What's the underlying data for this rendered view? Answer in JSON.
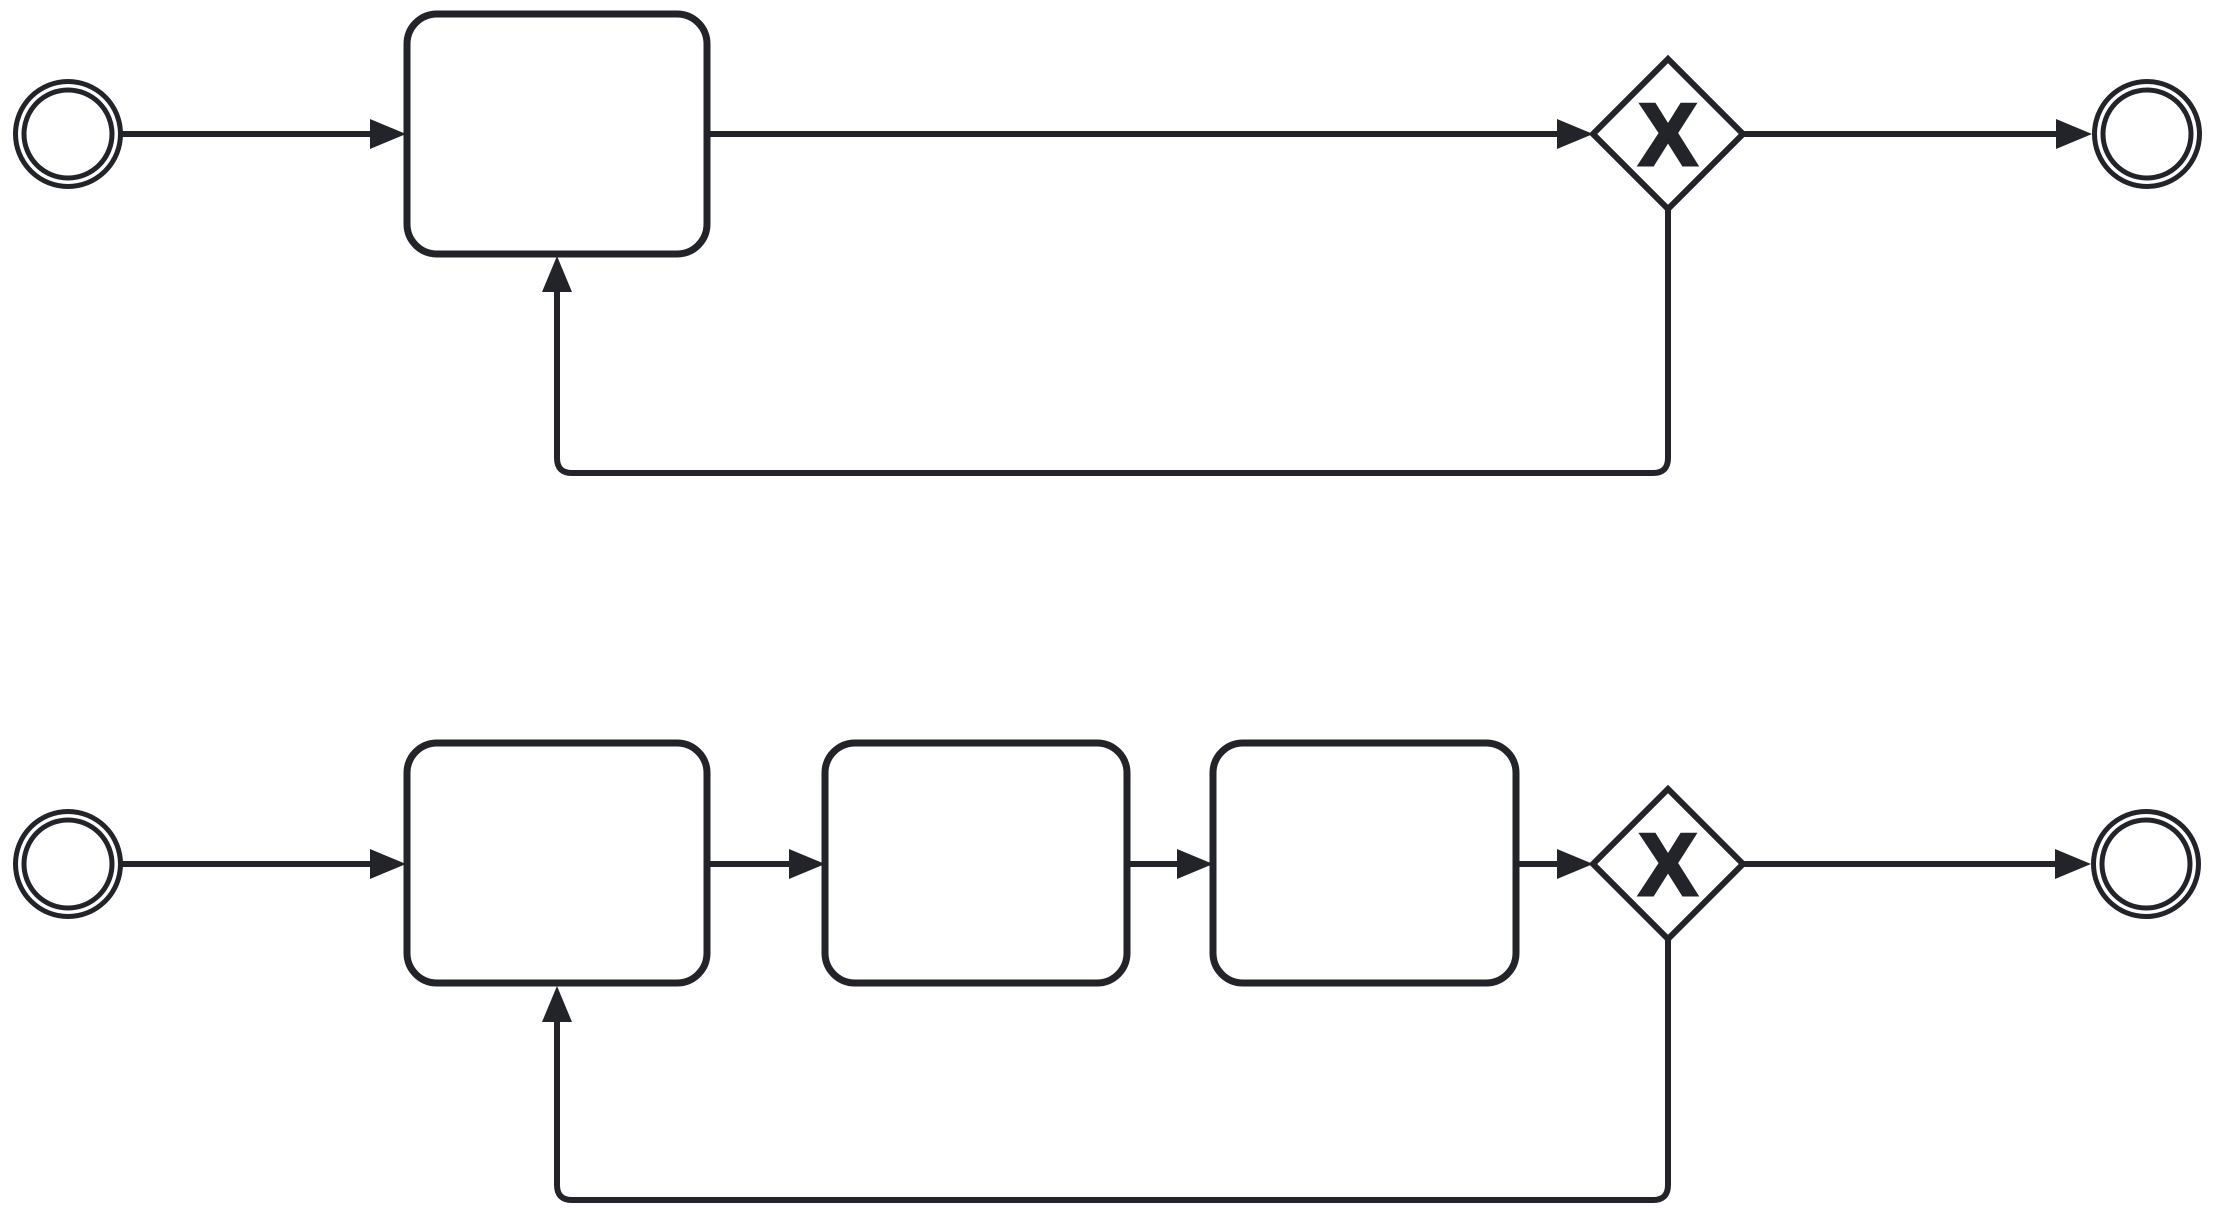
{
  "diagram": {
    "kind": "BPMN process diagram",
    "background_color": "#ffffff",
    "stroke_color": "#22242a",
    "shape_fill_color": "#ffffff",
    "gateway_marker": "X",
    "processes": [
      {
        "id": "process-top",
        "description": "Loop with a single task: start event to task, task to exclusive gateway, gateway to end event, and a loop-back flow from the gateway bottom returning into the bottom of the task",
        "nodes": [
          {
            "id": "top-start",
            "type": "start-event",
            "shape": "double-circle",
            "label": ""
          },
          {
            "id": "top-task",
            "type": "task",
            "shape": "rounded-rectangle",
            "label": ""
          },
          {
            "id": "top-gateway",
            "type": "exclusive-gateway",
            "shape": "diamond",
            "marker": "X",
            "label": ""
          },
          {
            "id": "top-end",
            "type": "end-event",
            "shape": "double-circle",
            "label": ""
          }
        ],
        "flows": [
          {
            "id": "top-flow-1",
            "from": "top-start",
            "to": "top-task",
            "label": ""
          },
          {
            "id": "top-flow-2",
            "from": "top-task",
            "to": "top-gateway",
            "label": ""
          },
          {
            "id": "top-flow-3",
            "from": "top-gateway",
            "to": "top-end",
            "label": ""
          },
          {
            "id": "top-flow-loop",
            "from": "top-gateway",
            "to": "top-task",
            "label": "",
            "style": "loop-back via bottom"
          }
        ]
      },
      {
        "id": "process-bottom",
        "description": "Loop with three tasks: start event to task 1, task 1 to task 2, task 2 to task 3, task 3 to exclusive gateway, gateway to end event, and a loop-back flow from the gateway bottom returning into the bottom of task 1",
        "nodes": [
          {
            "id": "bottom-start",
            "type": "start-event",
            "shape": "double-circle",
            "label": ""
          },
          {
            "id": "bottom-task-1",
            "type": "task",
            "shape": "rounded-rectangle",
            "label": ""
          },
          {
            "id": "bottom-task-2",
            "type": "task",
            "shape": "rounded-rectangle",
            "label": ""
          },
          {
            "id": "bottom-task-3",
            "type": "task",
            "shape": "rounded-rectangle",
            "label": ""
          },
          {
            "id": "bottom-gateway",
            "type": "exclusive-gateway",
            "shape": "diamond",
            "marker": "X",
            "label": ""
          },
          {
            "id": "bottom-end",
            "type": "end-event",
            "shape": "double-circle",
            "label": ""
          }
        ],
        "flows": [
          {
            "id": "bottom-flow-1",
            "from": "bottom-start",
            "to": "bottom-task-1",
            "label": ""
          },
          {
            "id": "bottom-flow-2",
            "from": "bottom-task-1",
            "to": "bottom-task-2",
            "label": ""
          },
          {
            "id": "bottom-flow-3",
            "from": "bottom-task-2",
            "to": "bottom-task-3",
            "label": ""
          },
          {
            "id": "bottom-flow-4",
            "from": "bottom-task-3",
            "to": "bottom-gateway",
            "label": ""
          },
          {
            "id": "bottom-flow-5",
            "from": "bottom-gateway",
            "to": "bottom-end",
            "label": ""
          },
          {
            "id": "bottom-flow-loop",
            "from": "bottom-gateway",
            "to": "bottom-task-1",
            "label": "",
            "style": "loop-back via bottom"
          }
        ]
      }
    ]
  }
}
